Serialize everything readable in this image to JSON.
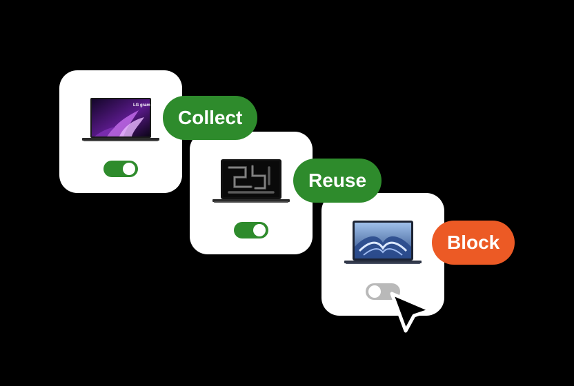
{
  "colors": {
    "background": "#000000",
    "card": "#ffffff",
    "toggle_on": "#2e8b2c",
    "toggle_off": "#b9b9b9",
    "allow_pill": "#2e8b2c",
    "block_pill": "#ec5a25"
  },
  "items": [
    {
      "device": "lg-gram-laptop",
      "logo": "LG gram",
      "label": "Collect",
      "toggle": "on"
    },
    {
      "device": "macbook-pro-laptop",
      "label": "Reuse",
      "toggle": "on"
    },
    {
      "device": "macbook-air-laptop",
      "label": "Block",
      "toggle": "off"
    }
  ],
  "icons": {
    "cursor": "cursor-arrow-icon"
  }
}
